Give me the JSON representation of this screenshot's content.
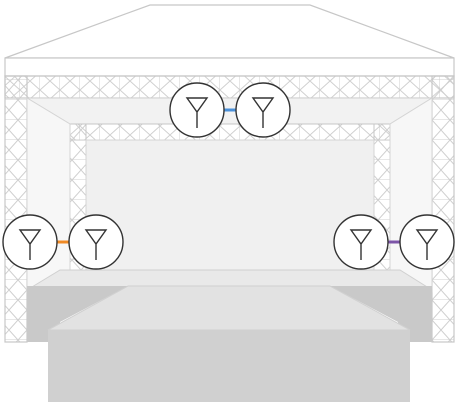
{
  "scene": {
    "subject": "concert-stage-with-truss-and-antenna-pairs",
    "colors": {
      "truss_stroke": "#c7c7c7",
      "truss_fill": "#ffffff",
      "inner_wall": "#eeeeee",
      "roof_fill": "#ffffff",
      "roof_stroke": "#c7c7c7",
      "floor_front": "#cfcfcf",
      "floor_top": "#e6e6e6",
      "side_block": "#c9c9c9",
      "antenna_circle_stroke": "#333333",
      "antenna_stroke": "#333333"
    }
  },
  "antenna_pairs": [
    {
      "position": "top-center",
      "icon": "antenna-icon",
      "link_color": "#4a90d9"
    },
    {
      "position": "left",
      "icon": "antenna-icon",
      "link_color": "#f08a24"
    },
    {
      "position": "right",
      "icon": "antenna-icon",
      "link_color": "#7d55a8"
    }
  ]
}
